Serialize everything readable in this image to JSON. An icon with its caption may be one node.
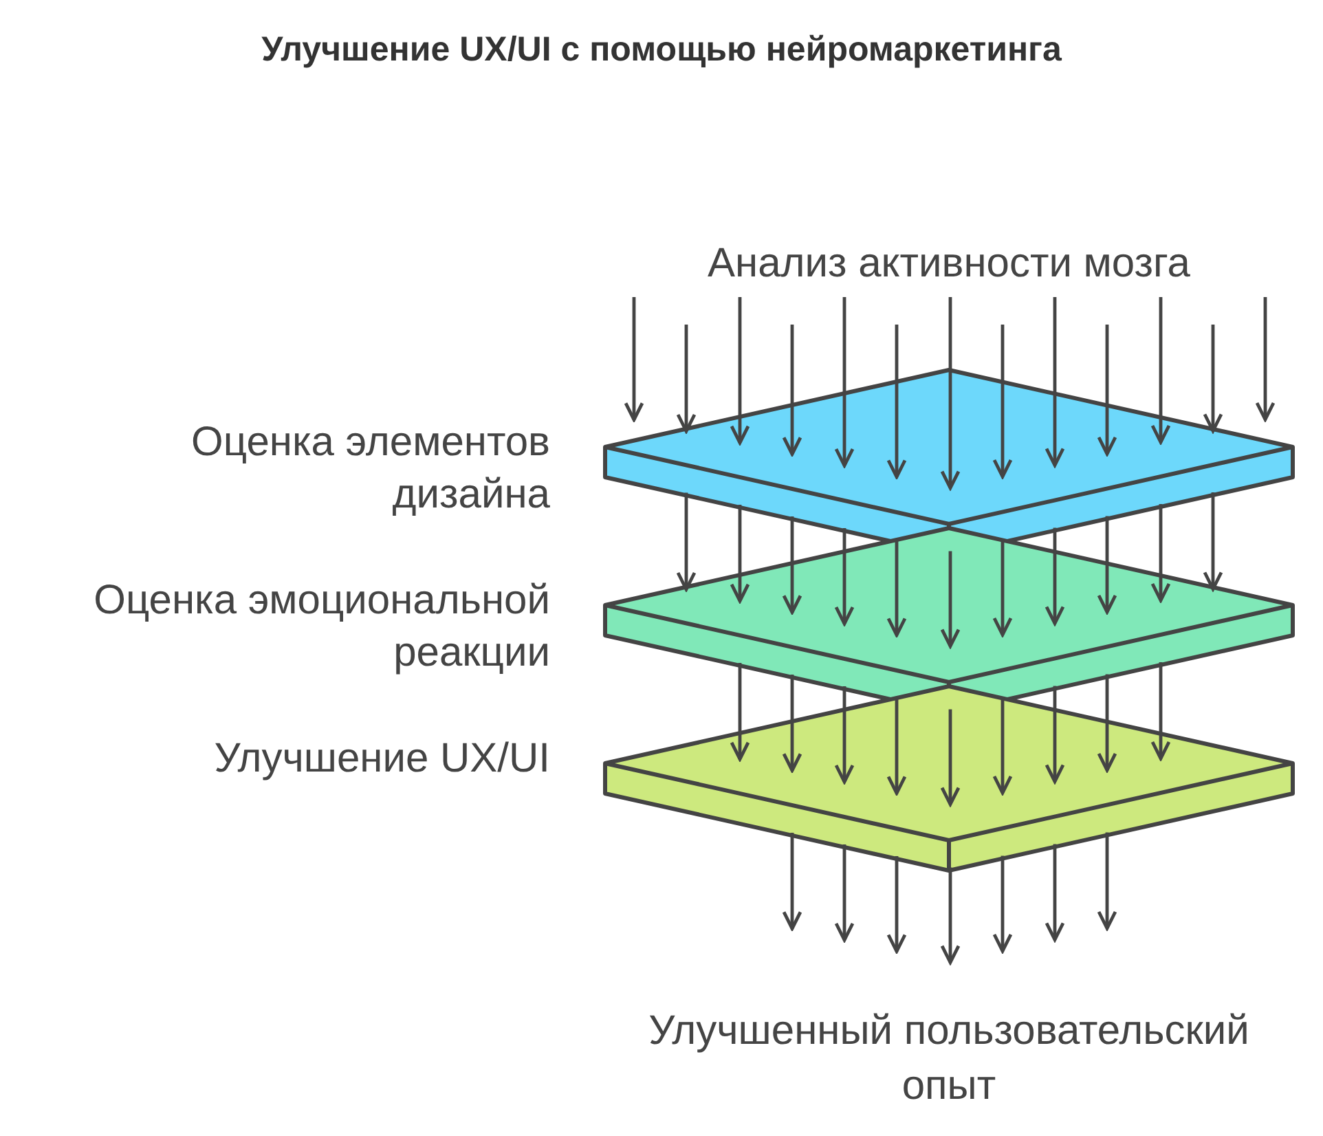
{
  "diagram": {
    "title": "Улучшение UX/UI с помощью нейромаркетинга",
    "nodes": [
      {
        "text": [
          "Анализ активности мозга"
        ]
      },
      {
        "text": [
          "Оценка элементов дизайна"
        ]
      },
      {
        "text": [
          "Оценка эмоциональной реакции"
        ]
      },
      {
        "text": [
          "Улучшение UX/UI"
        ]
      },
      {
        "text": [
          "Улучшенный пользовательский опыт"
        ]
      }
    ],
    "edges": [
      {
        "from": 0,
        "to": 1,
        "arrow": "to"
      },
      {
        "from": 0,
        "to": 1,
        "arrow": "to"
      },
      {
        "from": 0,
        "to": 1,
        "arrow": "to"
      },
      {
        "from": 0,
        "to": 1,
        "arrow": "to"
      },
      {
        "from": 0,
        "to": 1,
        "arrow": "to"
      },
      {
        "from": 0,
        "to": 1,
        "arrow": "to"
      },
      {
        "from": 0,
        "to": 1,
        "arrow": "to"
      },
      {
        "from": 0,
        "to": 1,
        "arrow": "to"
      },
      {
        "from": 0,
        "to": 1,
        "arrow": "to"
      },
      {
        "from": 0,
        "to": 1,
        "arrow": "to"
      },
      {
        "from": 0,
        "to": 1,
        "arrow": "to"
      },
      {
        "from": 0,
        "to": 1,
        "arrow": "to"
      },
      {
        "from": 0,
        "to": 1,
        "arrow": "to"
      },
      {
        "from": 1,
        "to": 2,
        "arrow": "to"
      },
      {
        "from": 1,
        "to": 2,
        "arrow": "to"
      },
      {
        "from": 1,
        "to": 2,
        "arrow": "to"
      },
      {
        "from": 1,
        "to": 2,
        "arrow": "to"
      },
      {
        "from": 1,
        "to": 2,
        "arrow": "to"
      },
      {
        "from": 1,
        "to": 2,
        "arrow": "to"
      },
      {
        "from": 1,
        "to": 2,
        "arrow": "to"
      },
      {
        "from": 1,
        "to": 2,
        "arrow": "to"
      },
      {
        "from": 1,
        "to": 2,
        "arrow": "to"
      },
      {
        "from": 1,
        "to": 2,
        "arrow": "to"
      },
      {
        "from": 1,
        "to": 2,
        "arrow": "to"
      },
      {
        "from": 2,
        "to": 3,
        "arrow": "to"
      },
      {
        "from": 2,
        "to": 3,
        "arrow": "to"
      },
      {
        "from": 2,
        "to": 3,
        "arrow": "to"
      },
      {
        "from": 2,
        "to": 3,
        "arrow": "to"
      },
      {
        "from": 2,
        "to": 3,
        "arrow": "to"
      },
      {
        "from": 2,
        "to": 3,
        "arrow": "to"
      },
      {
        "from": 2,
        "to": 3,
        "arrow": "to"
      },
      {
        "from": 2,
        "to": 3,
        "arrow": "to"
      },
      {
        "from": 2,
        "to": 3,
        "arrow": "to"
      },
      {
        "from": 3,
        "to": 4,
        "arrow": "to"
      },
      {
        "from": 3,
        "to": 4,
        "arrow": "to"
      },
      {
        "from": 3,
        "to": 4,
        "arrow": "to"
      },
      {
        "from": 3,
        "to": 4,
        "arrow": "to"
      },
      {
        "from": 3,
        "to": 4,
        "arrow": "to"
      },
      {
        "from": 3,
        "to": 4,
        "arrow": "to"
      },
      {
        "from": 3,
        "to": 4,
        "arrow": "to"
      }
    ]
  }
}
